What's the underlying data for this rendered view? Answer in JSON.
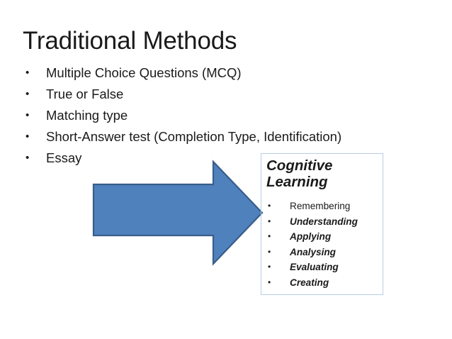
{
  "slide": {
    "title": "Traditional Methods",
    "background_color": "#FFFFFF",
    "text_color": "#1A1A1A"
  },
  "main_list": {
    "bullet_glyph": "•",
    "items": [
      {
        "label": "Multiple Choice Questions (MCQ)"
      },
      {
        "label": "True or False"
      },
      {
        "label": "Matching type"
      },
      {
        "label": "Short-Answer test (Completion Type, Identification)"
      },
      {
        "label": "Essay"
      }
    ]
  },
  "arrow": {
    "name": "right-arrow",
    "fill_color": "#4F81BD",
    "outline_color": "#385D8A",
    "direction": "right"
  },
  "cognitive_box": {
    "border_color": "#B8CCE4",
    "heading_lines": [
      "Cognitive",
      "Learning"
    ],
    "bullet_glyph": "•",
    "items": [
      {
        "label": "Remembering",
        "style": "upright"
      },
      {
        "label": "Understanding",
        "style": "italic"
      },
      {
        "label": "Applying",
        "style": "italic"
      },
      {
        "label": "Analysing",
        "style": "italic"
      },
      {
        "label": "Evaluating",
        "style": "italic"
      },
      {
        "label": "Creating",
        "style": "italic"
      }
    ]
  }
}
